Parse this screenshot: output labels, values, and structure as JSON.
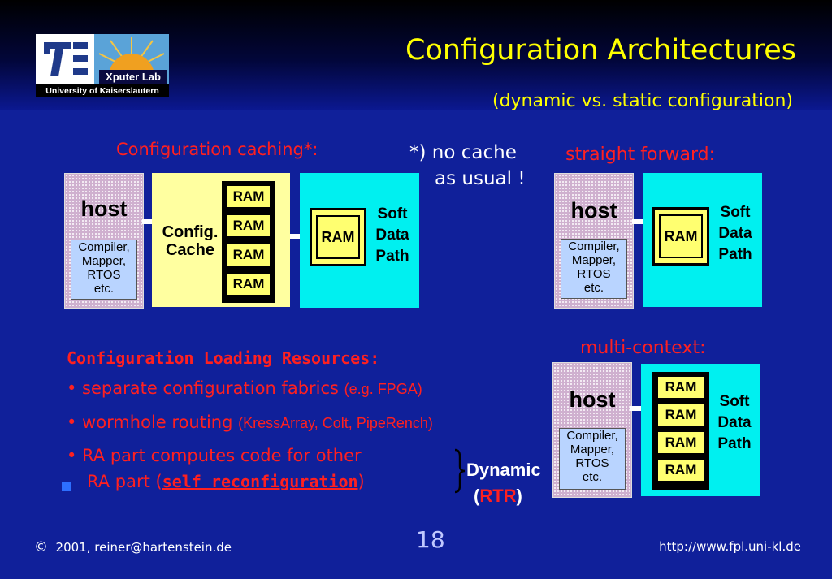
{
  "header": {
    "logo_lab": "Xputer Lab",
    "logo_university": "University of Kaiserslautern",
    "title": "Configuration Architectures",
    "subtitle": "(dynamic vs. static configuration)"
  },
  "left_diagram": {
    "heading": "Configuration caching*:",
    "host": "host",
    "host_sub": [
      "Compiler,",
      "Mapper,",
      "RTOS",
      "etc."
    ],
    "cache_label": [
      "Config.",
      "Cache"
    ],
    "ram_cells": [
      "RAM",
      "RAM",
      "RAM",
      "RAM"
    ],
    "data_ram": "RAM",
    "soft_data_path": [
      "Soft",
      "Data",
      "Path"
    ]
  },
  "note": [
    "*) no cache",
    "as usual !"
  ],
  "right_top": {
    "heading": "straight forward:",
    "host": "host",
    "host_sub": [
      "Compiler,",
      "Mapper,",
      "RTOS",
      "etc."
    ],
    "data_ram": "RAM",
    "soft_data_path": [
      "Soft",
      "Data",
      "Path"
    ]
  },
  "right_bottom": {
    "heading": "multi-context:",
    "host": "host",
    "host_sub": [
      "Compiler,",
      "Mapper,",
      "RTOS",
      "etc."
    ],
    "ram_cells": [
      "RAM",
      "RAM",
      "RAM",
      "RAM"
    ],
    "soft_data_path": [
      "Soft",
      "Data",
      "Path"
    ]
  },
  "resources": {
    "heading": "Configuration Loading Resources:",
    "items": [
      {
        "main": "• separate configuration fabrics",
        "aside": "(e.g. FPGA)"
      },
      {
        "main": "• wormhole routing",
        "aside": "(KressArray, Colt, PipeRench)"
      }
    ],
    "line3": "•  RA part computes code for other",
    "line4_pre": "RA part (",
    "line4_link": "self reconfiguration",
    "line4_post": ")",
    "dynamic": "Dynamic",
    "rtr_open": "(",
    "rtr": "RTR",
    "rtr_close": ")"
  },
  "footer": {
    "copyright_symbol": "©",
    "copyright": "2001, reiner@hartenstein.de",
    "page_number": "18",
    "url": "http://www.fpl.uni-kl.de"
  },
  "colors": {
    "background": "#10209a",
    "title": "#ffff00",
    "accent_red": "#ff2020",
    "cyan": "#00f0f0"
  }
}
